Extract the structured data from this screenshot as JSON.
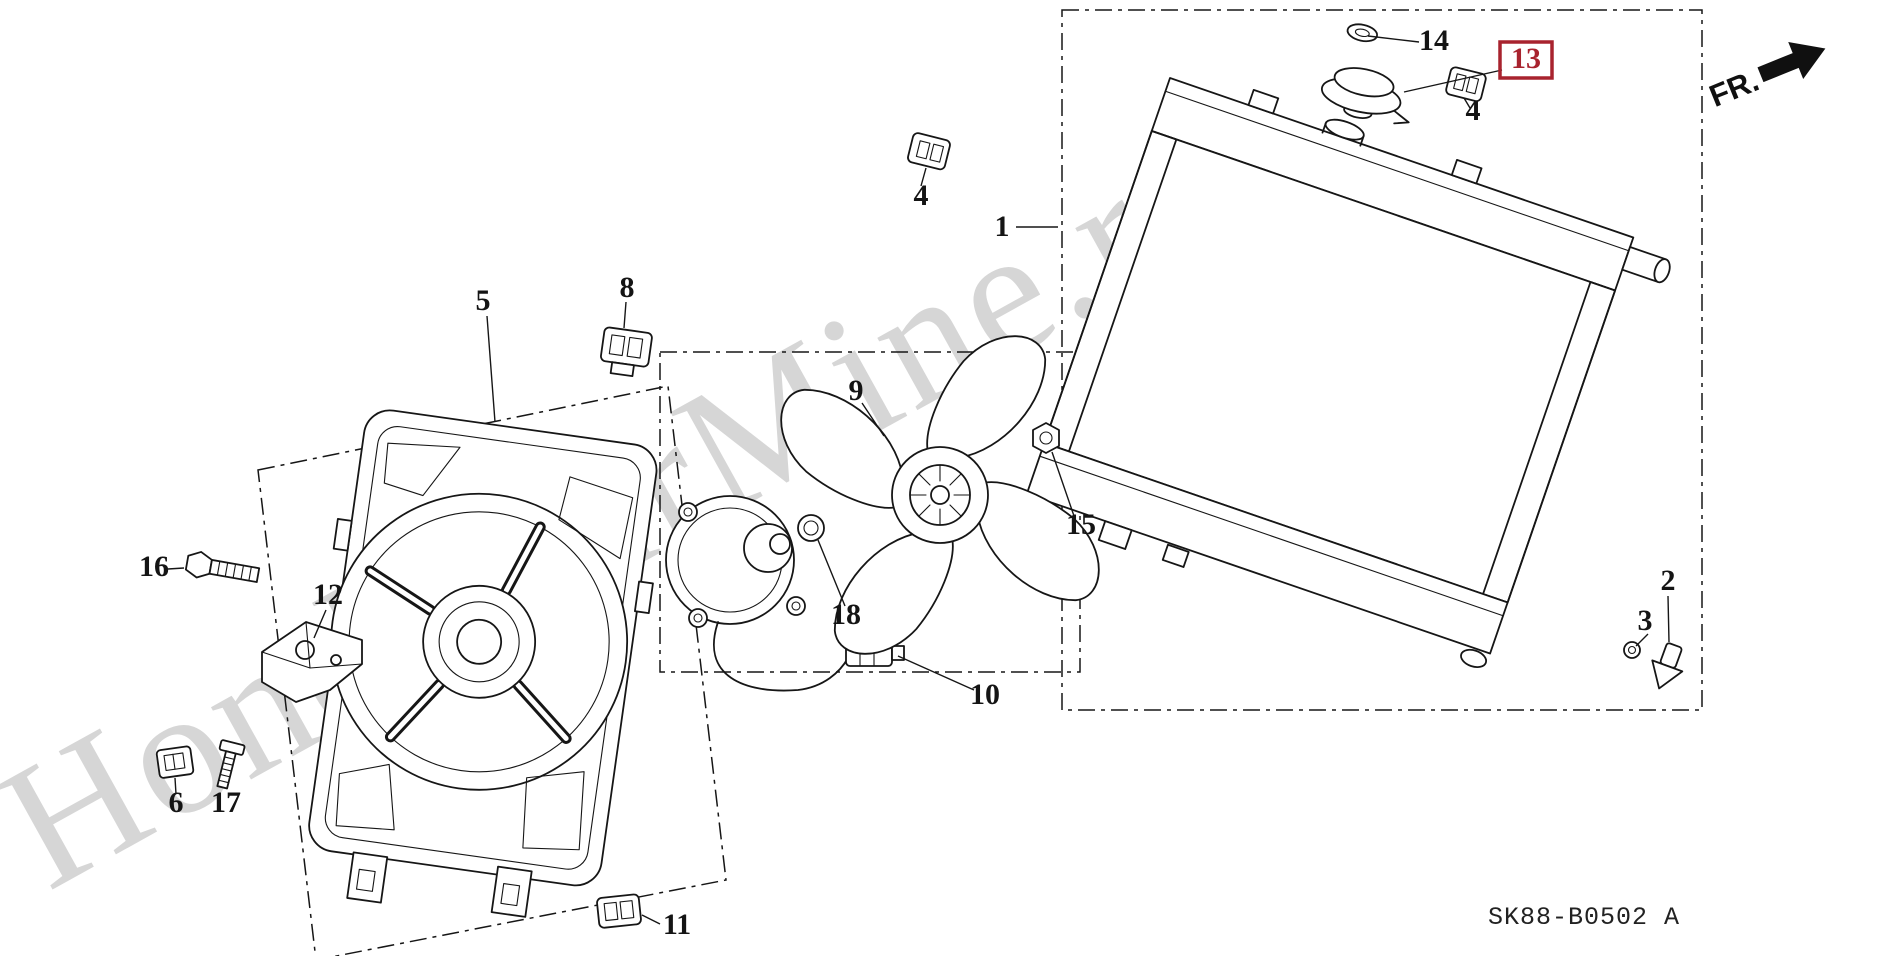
{
  "diagram": {
    "watermark": "HondaCarMine.ru",
    "code": "SK88-B0502 A",
    "direction_label": "FR.",
    "accent_color": "#a8232e",
    "line_color": "#161616",
    "background_color": "#ffffff",
    "callouts": [
      {
        "label": "1",
        "highlighted": false
      },
      {
        "label": "2",
        "highlighted": false
      },
      {
        "label": "3",
        "highlighted": false
      },
      {
        "label": "4",
        "highlighted": false
      },
      {
        "label": "4",
        "highlighted": false
      },
      {
        "label": "5",
        "highlighted": false
      },
      {
        "label": "6",
        "highlighted": false
      },
      {
        "label": "8",
        "highlighted": false
      },
      {
        "label": "9",
        "highlighted": false
      },
      {
        "label": "10",
        "highlighted": false
      },
      {
        "label": "11",
        "highlighted": false
      },
      {
        "label": "12",
        "highlighted": false
      },
      {
        "label": "13",
        "highlighted": true
      },
      {
        "label": "14",
        "highlighted": false
      },
      {
        "label": "15",
        "highlighted": false
      },
      {
        "label": "16",
        "highlighted": false
      },
      {
        "label": "17",
        "highlighted": false
      },
      {
        "label": "18",
        "highlighted": false
      }
    ]
  }
}
